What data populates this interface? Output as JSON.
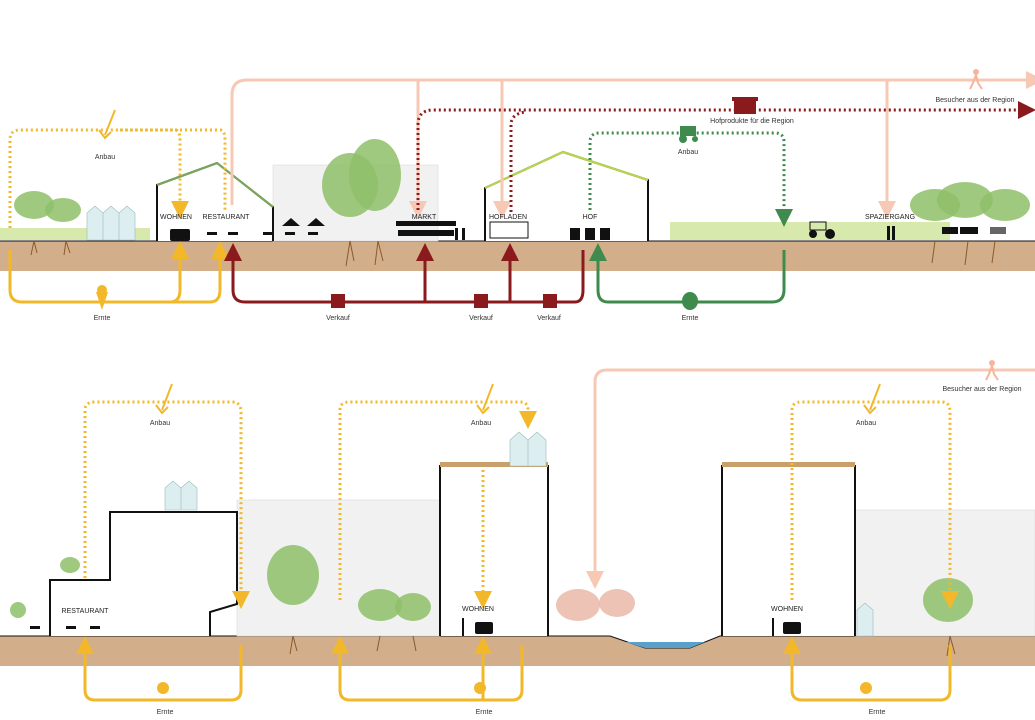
{
  "colors": {
    "harvest_cultivation": "#f2b82a",
    "sales": "#8a1a1c",
    "farm": "#3f8a4d",
    "visitors": "#f7c8b4",
    "soil": "#d3ae8b"
  },
  "top_section": {
    "labels": {
      "anbau_left": "Anbau",
      "ernte_left": "Ernte",
      "wohnen": "WOHNEN",
      "restaurant": "RESTAURANT",
      "markt": "MARKT",
      "hofladen": "HOFLADEN",
      "hof": "HOF",
      "spaziergang": "SPAZIERGANG",
      "verkauf_1": "Verkauf",
      "verkauf_2": "Verkauf",
      "verkauf_3": "Verkauf",
      "anbau_farm": "Anbau",
      "ernte_farm": "Ernte",
      "hofprodukte": "Hofprodukte für die Region",
      "besucher": "Besucher aus der Region"
    },
    "icons": [
      "pitchfork-icon",
      "carrot-icon",
      "basket-icon",
      "tractor-icon",
      "pumpkin-icon",
      "hamper-icon",
      "walking-person-icon"
    ]
  },
  "bottom_section": {
    "labels": {
      "anbau_1": "Anbau",
      "ernte_1": "Ernte",
      "restaurant": "RESTAURANT",
      "anbau_2": "Anbau",
      "ernte_2": "Ernte",
      "wohnen_2": "WOHNEN",
      "anbau_3": "Anbau",
      "ernte_3": "Ernte",
      "wohnen_3": "WOHNEN",
      "besucher": "Besucher aus der Region"
    }
  }
}
